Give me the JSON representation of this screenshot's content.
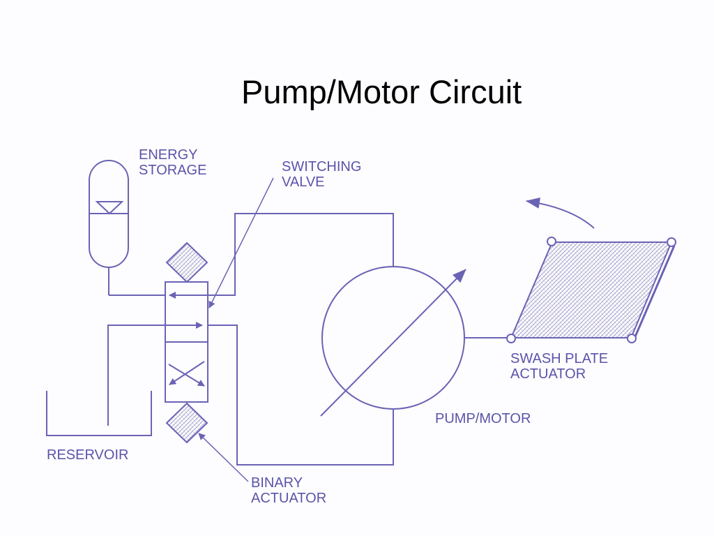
{
  "title": "Pump/Motor Circuit",
  "labels": {
    "energy_storage": [
      "ENERGY",
      "STORAGE"
    ],
    "switching_valve": [
      "SWITCHING",
      "VALVE"
    ],
    "swash_plate_actuator": [
      "SWASH PLATE",
      "ACTUATOR"
    ],
    "pump_motor": "PUMP/MOTOR",
    "reservoir": "RESERVOIR",
    "binary_actuator": [
      "BINARY",
      "ACTUATOR"
    ]
  },
  "colors": {
    "line": "#6a63b5",
    "label": "#5a54aa",
    "title": "#000000",
    "background": "#fdfcfe"
  }
}
